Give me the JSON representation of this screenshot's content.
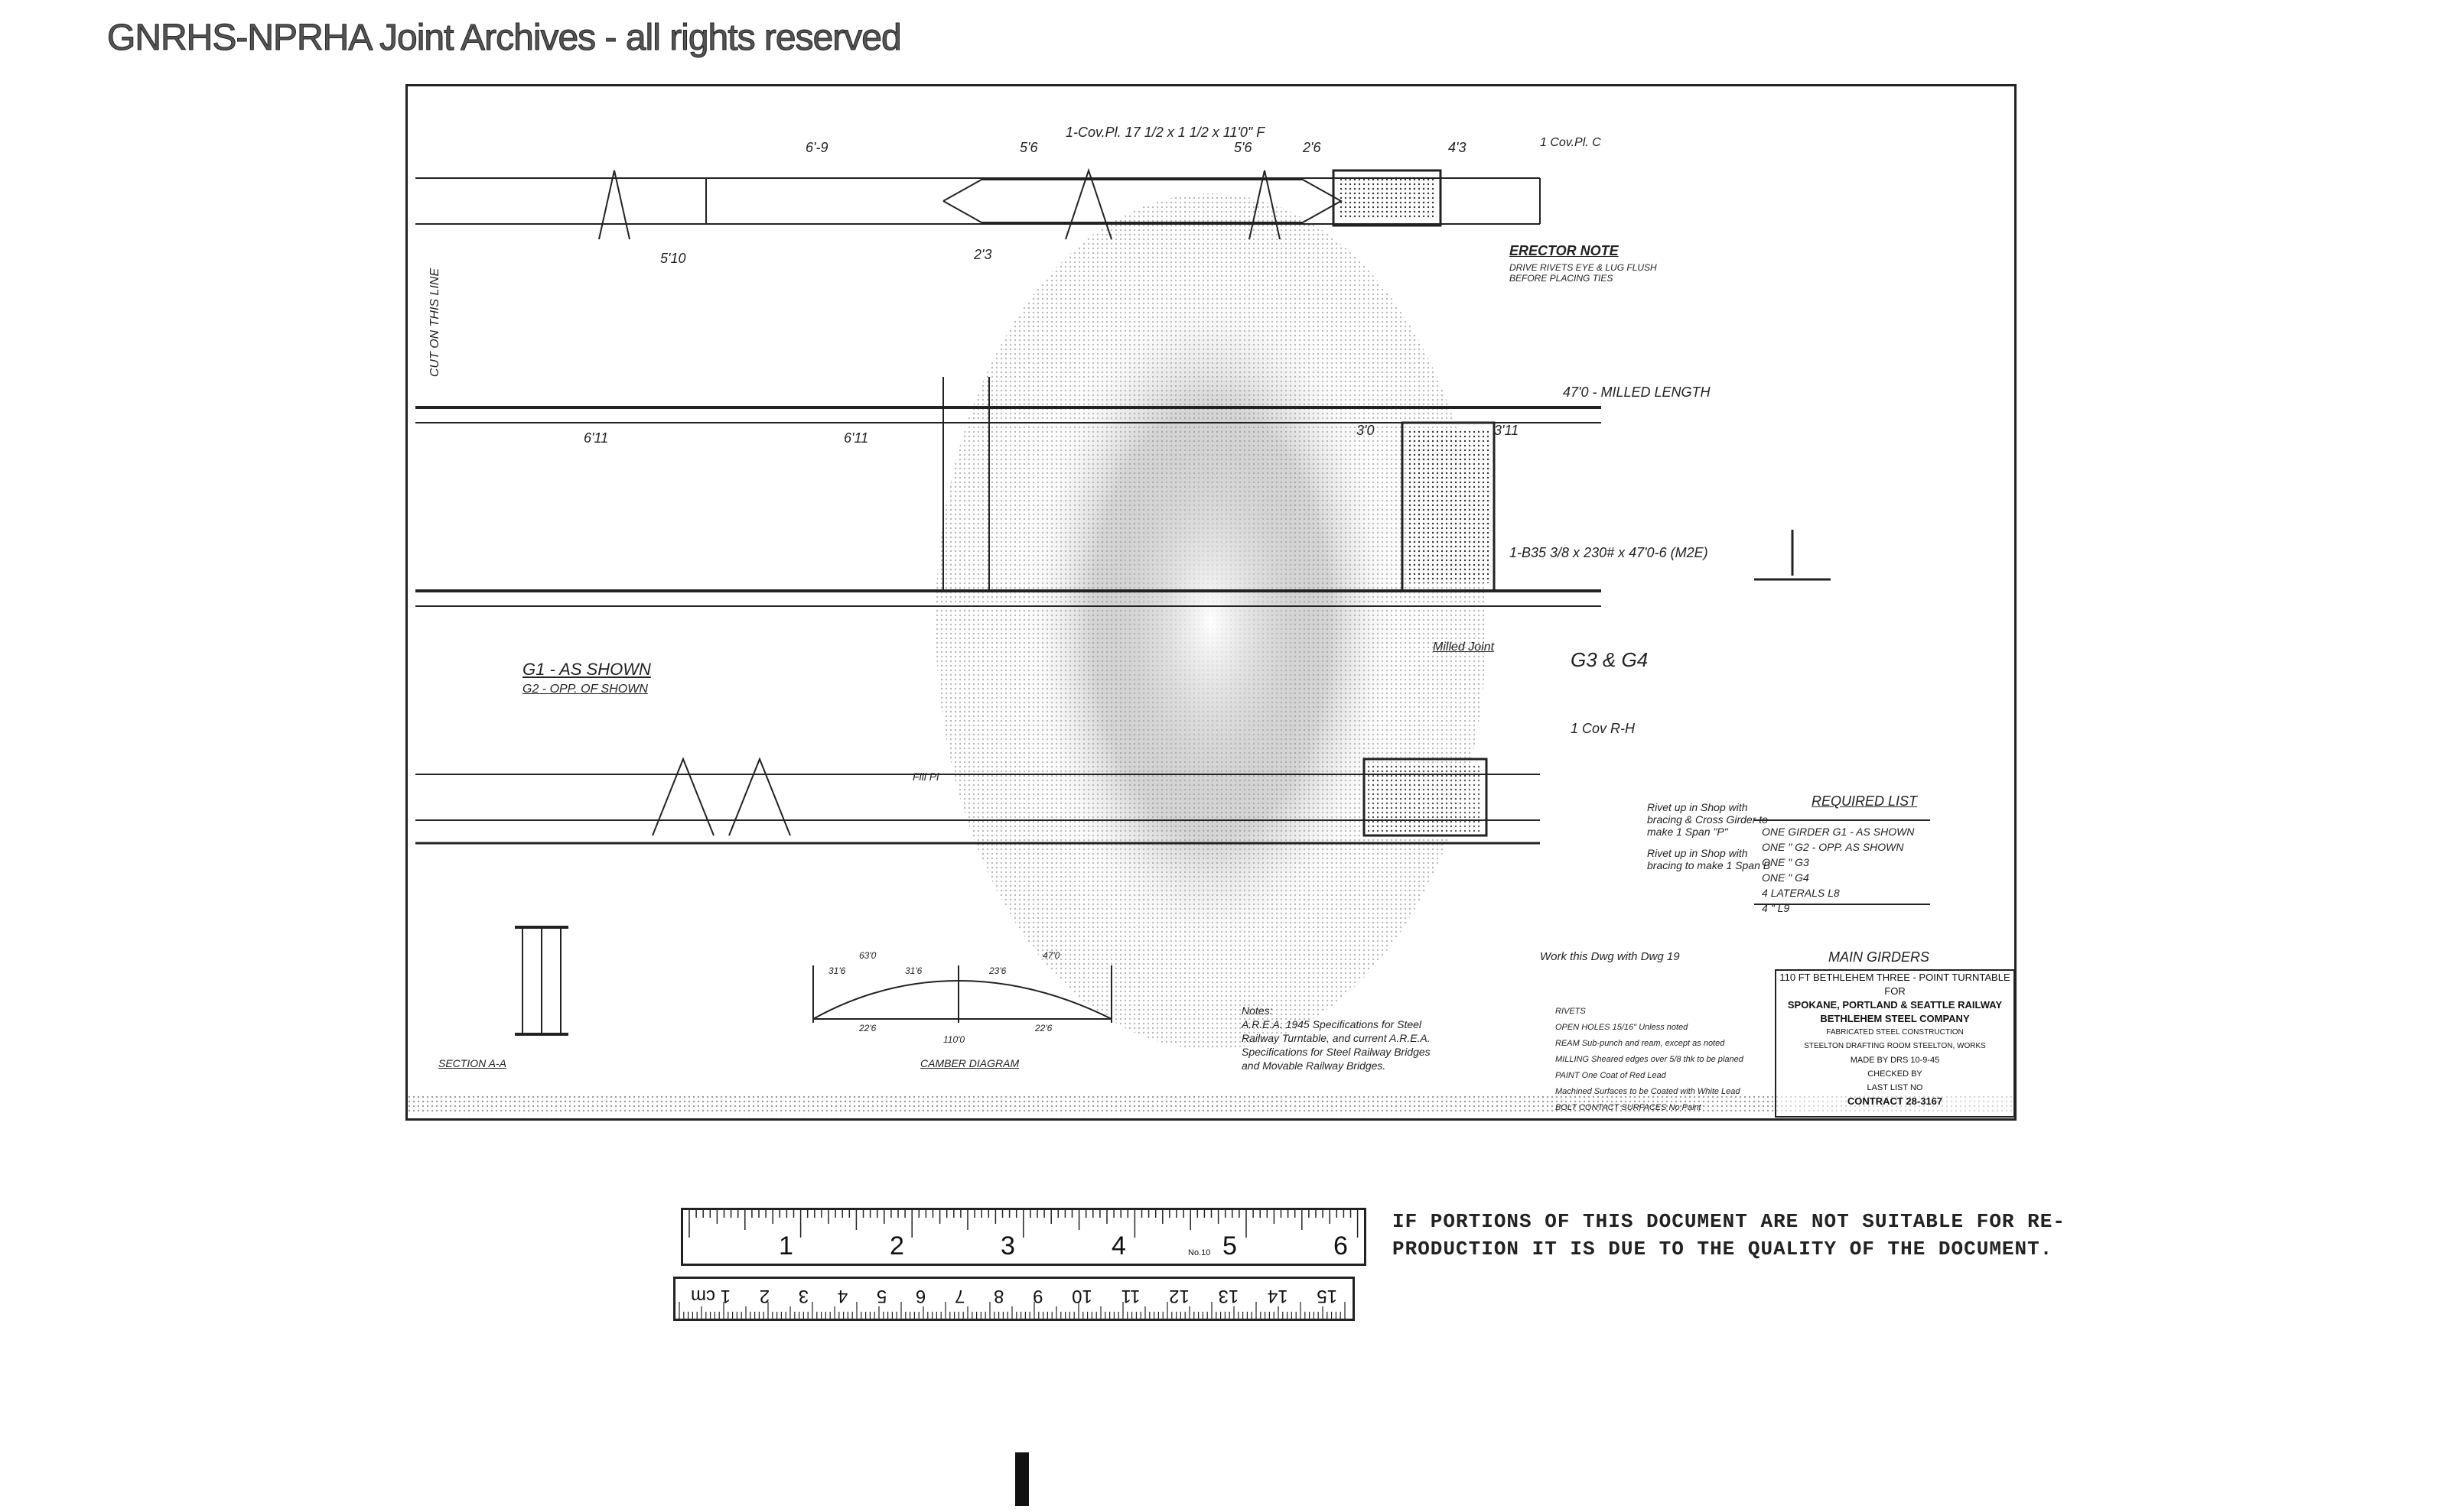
{
  "header": {
    "archive_notice": "GNRHS-NPRHA Joint Archives - all rights reserved"
  },
  "drawing": {
    "cut_line_label": "CUT ON THIS LINE",
    "dim_top": [
      "6'-9",
      "5'6",
      "5'6",
      "2'6",
      "4'3",
      "2'3",
      "5'10"
    ],
    "center_label_top": "1-Cov.Pl. 17 1/2 x 1 1/2 x 11'0\" F",
    "center_label_right_top": "1 Cov.Pl. C",
    "erector_note_title": "ERECTOR NOTE",
    "erector_note_body": "DRIVE RIVETS EYE & LUG FLUSH BEFORE PLACING TIES",
    "milled_length": "47'0 - MILLED LENGTH",
    "plate_spec": "1-B35 3/8 x 230# x 47'0-6 (M2E)",
    "dim_mid": [
      "6'11",
      "6'11",
      "3'0",
      "3'11"
    ],
    "milled_joint": "Milled Joint",
    "g3_g4": "G3 & G4",
    "g1_label": "G1 - AS SHOWN",
    "g2_label": "G2 - OPP. OF SHOWN",
    "cov_r_h": "1 Cov R-H",
    "fill_label": "Fill Pl",
    "rivet_note_1": "Rivet up in Shop with bracing & Cross Girder to make 1 Span \"P\"",
    "rivet_note_2": "Rivet up in Shop with bracing to make 1 Span B",
    "required_list_title": "REQUIRED LIST",
    "required_list": [
      {
        "qty": "ONE",
        "item": "GIRDER",
        "mark": "G1 - AS SHOWN"
      },
      {
        "qty": "ONE",
        "item": "\"",
        "mark": "G2 - OPP. AS SHOWN"
      },
      {
        "qty": "ONE",
        "item": "\"",
        "mark": "G3"
      },
      {
        "qty": "ONE",
        "item": "\"",
        "mark": "G4"
      },
      {
        "qty": "4",
        "item": "LATERALS",
        "mark": "L8"
      },
      {
        "qty": "4",
        "item": "\"",
        "mark": "L9"
      }
    ],
    "work_note": "Work this Dwg with Dwg 19",
    "section_label": "SECTION A-A",
    "camber_label": "CAMBER DIAGRAM",
    "camber_dims": [
      "63'0",
      "31'6",
      "31'6",
      "23'6",
      "47'0",
      "22'6",
      "22'6",
      "110'0"
    ],
    "notes_title": "Notes:",
    "notes_body": [
      "A.R.E.A. 1945 Specifications for Steel",
      "Railway Turntable, and current A.R.E.A.",
      "Specifications for Steel Railway Bridges",
      "and Movable Railway Bridges."
    ],
    "spec_lines": [
      "RIVETS",
      "OPEN HOLES 15/16\" Unless noted",
      "REAM Sub-punch and ream, except as noted",
      "MILLING Sheared edges over 5/8 thk to be planed",
      "PAINT One Coat of Red Lead",
      "Machined Surfaces to be Coated with White Lead",
      "BOLT CONTACT SURFACES No Paint"
    ]
  },
  "title_block": {
    "heading": "MAIN GIRDERS",
    "line1": "110 FT BETHLEHEM THREE - POINT TURNTABLE",
    "line2": "FOR",
    "line3": "SPOKANE, PORTLAND & SEATTLE RAILWAY",
    "company": "BETHLEHEM STEEL COMPANY",
    "sub1": "FABRICATED STEEL CONSTRUCTION",
    "sub2": "STEELTON DRAFTING ROOM STEELTON, WORKS",
    "contract": "CONTRACT 28-3167",
    "drawn_by": "MADE BY  DRS 10-9-45",
    "checked_by": "CHECKED BY",
    "list": "LAST LIST NO"
  },
  "notice": {
    "line1": "IF PORTIONS OF THIS DOCUMENT ARE NOT SUITABLE FOR RE-",
    "line2": "PRODUCTION IT IS DUE TO THE QUALITY OF THE DOCUMENT."
  },
  "ruler_inch": {
    "labels": [
      "1",
      "2",
      "3",
      "4",
      "5",
      "6"
    ],
    "mark": "No.10"
  },
  "ruler_cm": {
    "labels": [
      "1 cm",
      "2",
      "3",
      "4",
      "5",
      "6",
      "7",
      "8",
      "9",
      "10",
      "11",
      "12",
      "13",
      "14",
      "15"
    ]
  }
}
